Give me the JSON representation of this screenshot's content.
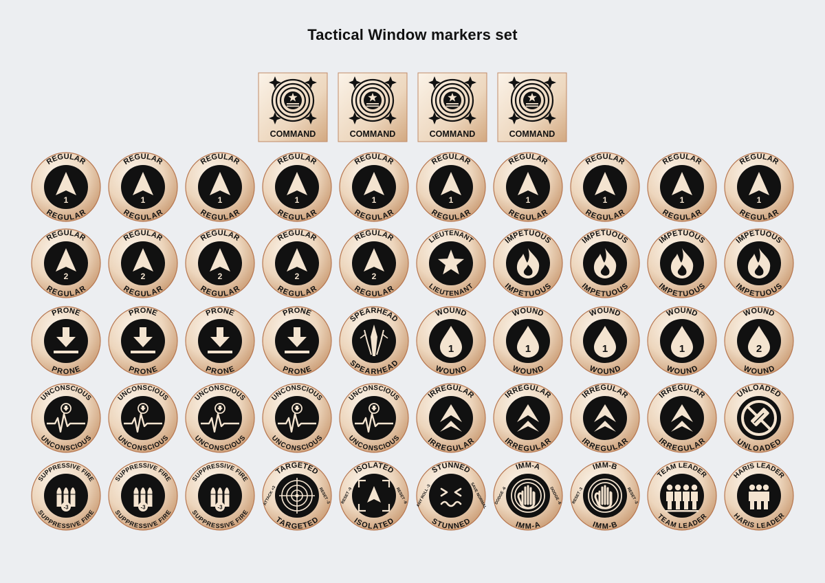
{
  "page": {
    "title": "Tactical Window markers set"
  },
  "colors": {
    "background": "#eceef1",
    "token_gold_light": "#f6e9d8",
    "token_gold_dark": "#c99a72",
    "token_rim": "#b77750",
    "ink": "#111111"
  },
  "command_cards": [
    {
      "label": "COMMAND",
      "icon": "command-emblem-icon"
    },
    {
      "label": "COMMAND",
      "icon": "command-emblem-icon"
    },
    {
      "label": "COMMAND",
      "icon": "command-emblem-icon"
    },
    {
      "label": "COMMAND",
      "icon": "command-emblem-icon"
    }
  ],
  "token_rows": [
    [
      {
        "top": "REGULAR",
        "bottom": "REGULAR",
        "icon": "arrow",
        "value": "1"
      },
      {
        "top": "REGULAR",
        "bottom": "REGULAR",
        "icon": "arrow",
        "value": "1"
      },
      {
        "top": "REGULAR",
        "bottom": "REGULAR",
        "icon": "arrow",
        "value": "1"
      },
      {
        "top": "REGULAR",
        "bottom": "REGULAR",
        "icon": "arrow",
        "value": "1"
      },
      {
        "top": "REGULAR",
        "bottom": "REGULAR",
        "icon": "arrow",
        "value": "1"
      },
      {
        "top": "REGULAR",
        "bottom": "REGULAR",
        "icon": "arrow",
        "value": "1"
      },
      {
        "top": "REGULAR",
        "bottom": "REGULAR",
        "icon": "arrow",
        "value": "1"
      },
      {
        "top": "REGULAR",
        "bottom": "REGULAR",
        "icon": "arrow",
        "value": "1"
      },
      {
        "top": "REGULAR",
        "bottom": "REGULAR",
        "icon": "arrow",
        "value": "1"
      },
      {
        "top": "REGULAR",
        "bottom": "REGULAR",
        "icon": "arrow",
        "value": "1"
      }
    ],
    [
      {
        "top": "REGULAR",
        "bottom": "REGULAR",
        "icon": "arrow",
        "value": "2"
      },
      {
        "top": "REGULAR",
        "bottom": "REGULAR",
        "icon": "arrow",
        "value": "2"
      },
      {
        "top": "REGULAR",
        "bottom": "REGULAR",
        "icon": "arrow",
        "value": "2"
      },
      {
        "top": "REGULAR",
        "bottom": "REGULAR",
        "icon": "arrow",
        "value": "2"
      },
      {
        "top": "REGULAR",
        "bottom": "REGULAR",
        "icon": "arrow",
        "value": "2"
      },
      {
        "top": "LIEUTENANT",
        "bottom": "LIEUTENANT",
        "icon": "star"
      },
      {
        "top": "IMPETUOUS",
        "bottom": "IMPETUOUS",
        "icon": "flame"
      },
      {
        "top": "IMPETUOUS",
        "bottom": "IMPETUOUS",
        "icon": "flame"
      },
      {
        "top": "IMPETUOUS",
        "bottom": "IMPETUOUS",
        "icon": "flame"
      },
      {
        "top": "IMPETUOUS",
        "bottom": "IMPETUOUS",
        "icon": "flame"
      }
    ],
    [
      {
        "top": "PRONE",
        "bottom": "PRONE",
        "icon": "prone"
      },
      {
        "top": "PRONE",
        "bottom": "PRONE",
        "icon": "prone"
      },
      {
        "top": "PRONE",
        "bottom": "PRONE",
        "icon": "prone"
      },
      {
        "top": "PRONE",
        "bottom": "PRONE",
        "icon": "prone"
      },
      {
        "top": "SPEARHEAD",
        "bottom": "SPEARHEAD",
        "icon": "spearhead"
      },
      {
        "top": "WOUND",
        "bottom": "WOUND",
        "icon": "drop",
        "value": "1"
      },
      {
        "top": "WOUND",
        "bottom": "WOUND",
        "icon": "drop",
        "value": "1"
      },
      {
        "top": "WOUND",
        "bottom": "WOUND",
        "icon": "drop",
        "value": "1"
      },
      {
        "top": "WOUND",
        "bottom": "WOUND",
        "icon": "drop",
        "value": "1"
      },
      {
        "top": "WOUND",
        "bottom": "WOUND",
        "icon": "drop",
        "value": "2"
      }
    ],
    [
      {
        "top": "UNCONSCIOUS",
        "bottom": "UNCONSCIOUS",
        "icon": "pulse"
      },
      {
        "top": "UNCONSCIOUS",
        "bottom": "UNCONSCIOUS",
        "icon": "pulse"
      },
      {
        "top": "UNCONSCIOUS",
        "bottom": "UNCONSCIOUS",
        "icon": "pulse"
      },
      {
        "top": "UNCONSCIOUS",
        "bottom": "UNCONSCIOUS",
        "icon": "pulse"
      },
      {
        "top": "UNCONSCIOUS",
        "bottom": "UNCONSCIOUS",
        "icon": "pulse"
      },
      {
        "top": "IRREGULAR",
        "bottom": "IRREGULAR",
        "icon": "chevron"
      },
      {
        "top": "IRREGULAR",
        "bottom": "IRREGULAR",
        "icon": "chevron"
      },
      {
        "top": "IRREGULAR",
        "bottom": "IRREGULAR",
        "icon": "chevron"
      },
      {
        "top": "IRREGULAR",
        "bottom": "IRREGULAR",
        "icon": "chevron"
      },
      {
        "top": "UNLOADED",
        "bottom": "UNLOADED",
        "icon": "unloaded"
      }
    ],
    [
      {
        "top": "SUPPRESSIVE FIRE",
        "bottom": "SUPPRESSIVE FIRE",
        "icon": "bullets",
        "value": "-3"
      },
      {
        "top": "SUPPRESSIVE FIRE",
        "bottom": "SUPPRESSIVE FIRE",
        "icon": "bullets",
        "value": "-3"
      },
      {
        "top": "SUPPRESSIVE FIRE",
        "bottom": "SUPPRESSIVE FIRE",
        "icon": "bullets",
        "value": "-3"
      },
      {
        "top": "TARGETED",
        "bottom": "TARGETED",
        "icon": "target",
        "left": "ATTACK +3",
        "right": "RESET -3"
      },
      {
        "top": "ISOLATED",
        "bottom": "ISOLATED",
        "icon": "isolated",
        "left": "RESET -9",
        "right": "RESET -9"
      },
      {
        "top": "STUNNED",
        "bottom": "STUNNED",
        "icon": "stunned",
        "left": "ANY ROLL -3",
        "right": "SAVE NORMAL"
      },
      {
        "top": "IMM-A",
        "bottom": "IMM-A",
        "icon": "hand",
        "left": "DODGE -6",
        "right": "DODGE -6"
      },
      {
        "top": "IMM-B",
        "bottom": "IMM-B",
        "icon": "hand",
        "left": "RESET -3",
        "right": "RESET -3"
      },
      {
        "top": "TEAM LEADER",
        "bottom": "TEAM LEADER",
        "icon": "team"
      },
      {
        "top": "HARIS LEADER",
        "bottom": "HARIS LEADER",
        "icon": "haris"
      }
    ]
  ]
}
